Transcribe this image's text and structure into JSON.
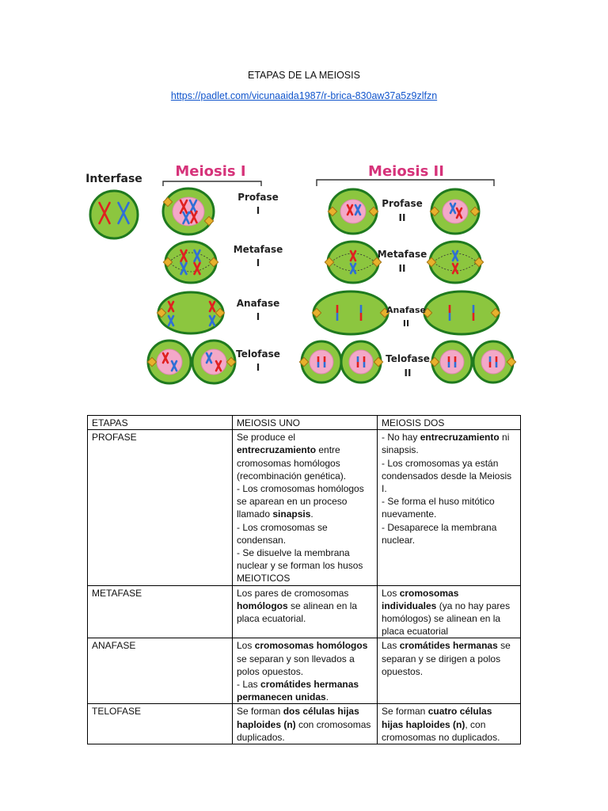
{
  "title": "ETAPAS DE LA MEIOSIS",
  "link": "https://padlet.com/vicunaaida1987/r-brica-830aw37a5z9zlfzn",
  "figure": {
    "interfase": "Interfase",
    "meiosis1": "Meiosis I",
    "meiosis2": "Meiosis II",
    "stages1": [
      [
        "Profase",
        "I"
      ],
      [
        "Metafase",
        "I"
      ],
      [
        "Anafase",
        "I"
      ],
      [
        "Telofase",
        "I"
      ]
    ],
    "stages2": [
      [
        "Profase",
        "II"
      ],
      [
        "Metafase",
        "II"
      ],
      [
        "Anafase",
        "II"
      ],
      [
        "Telofase",
        "II"
      ]
    ],
    "colors": {
      "cell": "#8cc63f",
      "cellBorder": "#1f7a1f",
      "nucleus": "#f3a8c8",
      "red": "#e02020",
      "blue": "#2f6fd6",
      "title": "#d6337a"
    }
  },
  "table": {
    "header": [
      "ETAPAS",
      "MEIOSIS UNO",
      "MEIOSIS DOS"
    ],
    "rows": [
      {
        "stage": "PROFASE",
        "uno": [
          [
            "Se produce el ",
            ""
          ],
          [
            "entrecruzamiento",
            "b"
          ],
          [
            " entre cromosomas homólogos (recombinación genética).",
            ""
          ],
          [
            "- Los cromosomas homólogos se aparean en un proceso llamado ",
            "br"
          ],
          [
            "sinapsis",
            "b"
          ],
          [
            ".",
            ""
          ],
          [
            "- Los cromosomas se condensan.",
            "br"
          ],
          [
            "- Se disuelve la membrana nuclear y se forman los husos MEIOTICOS",
            "br"
          ]
        ],
        "dos": [
          [
            "- No hay ",
            ""
          ],
          [
            "entrecruzamiento",
            "b"
          ],
          [
            " ni sinapsis.",
            ""
          ],
          [
            "- Los cromosomas ya están condensados desde la Meiosis I.",
            "br"
          ],
          [
            "- Se forma el huso mitótico nuevamente.",
            "br"
          ],
          [
            "- Desaparece la membrana nuclear.",
            "br"
          ]
        ]
      },
      {
        "stage": "METAFASE",
        "uno": [
          [
            "Los pares de cromosomas ",
            ""
          ],
          [
            "homólogos",
            "b"
          ],
          [
            " se alinean en la placa ecuatorial.",
            ""
          ]
        ],
        "dos": [
          [
            "Los ",
            ""
          ],
          [
            "cromosomas individuales",
            "b"
          ],
          [
            " (ya no hay pares homólogos) se alinean en la placa ecuatorial",
            ""
          ]
        ]
      },
      {
        "stage": "ANAFASE",
        "uno": [
          [
            "Los ",
            ""
          ],
          [
            "cromosomas homólogos",
            "b"
          ],
          [
            " se separan y son llevados a polos opuestos.",
            ""
          ],
          [
            "- Las ",
            "br"
          ],
          [
            "cromátides hermanas permanecen unidas",
            "b"
          ],
          [
            ".",
            ""
          ]
        ],
        "dos": [
          [
            "Las ",
            ""
          ],
          [
            "cromátides hermanas",
            "b"
          ],
          [
            " se separan y se dirigen a polos opuestos.",
            ""
          ]
        ]
      },
      {
        "stage": "TELOFASE",
        "uno": [
          [
            "Se forman ",
            ""
          ],
          [
            "dos células hijas haploides (n)",
            "b"
          ],
          [
            " con cromosomas duplicados.",
            ""
          ]
        ],
        "dos": [
          [
            "Se forman ",
            ""
          ],
          [
            "cuatro células hijas haploides (n)",
            "b"
          ],
          [
            ", con cromosomas no duplicados.",
            ""
          ]
        ]
      }
    ]
  }
}
